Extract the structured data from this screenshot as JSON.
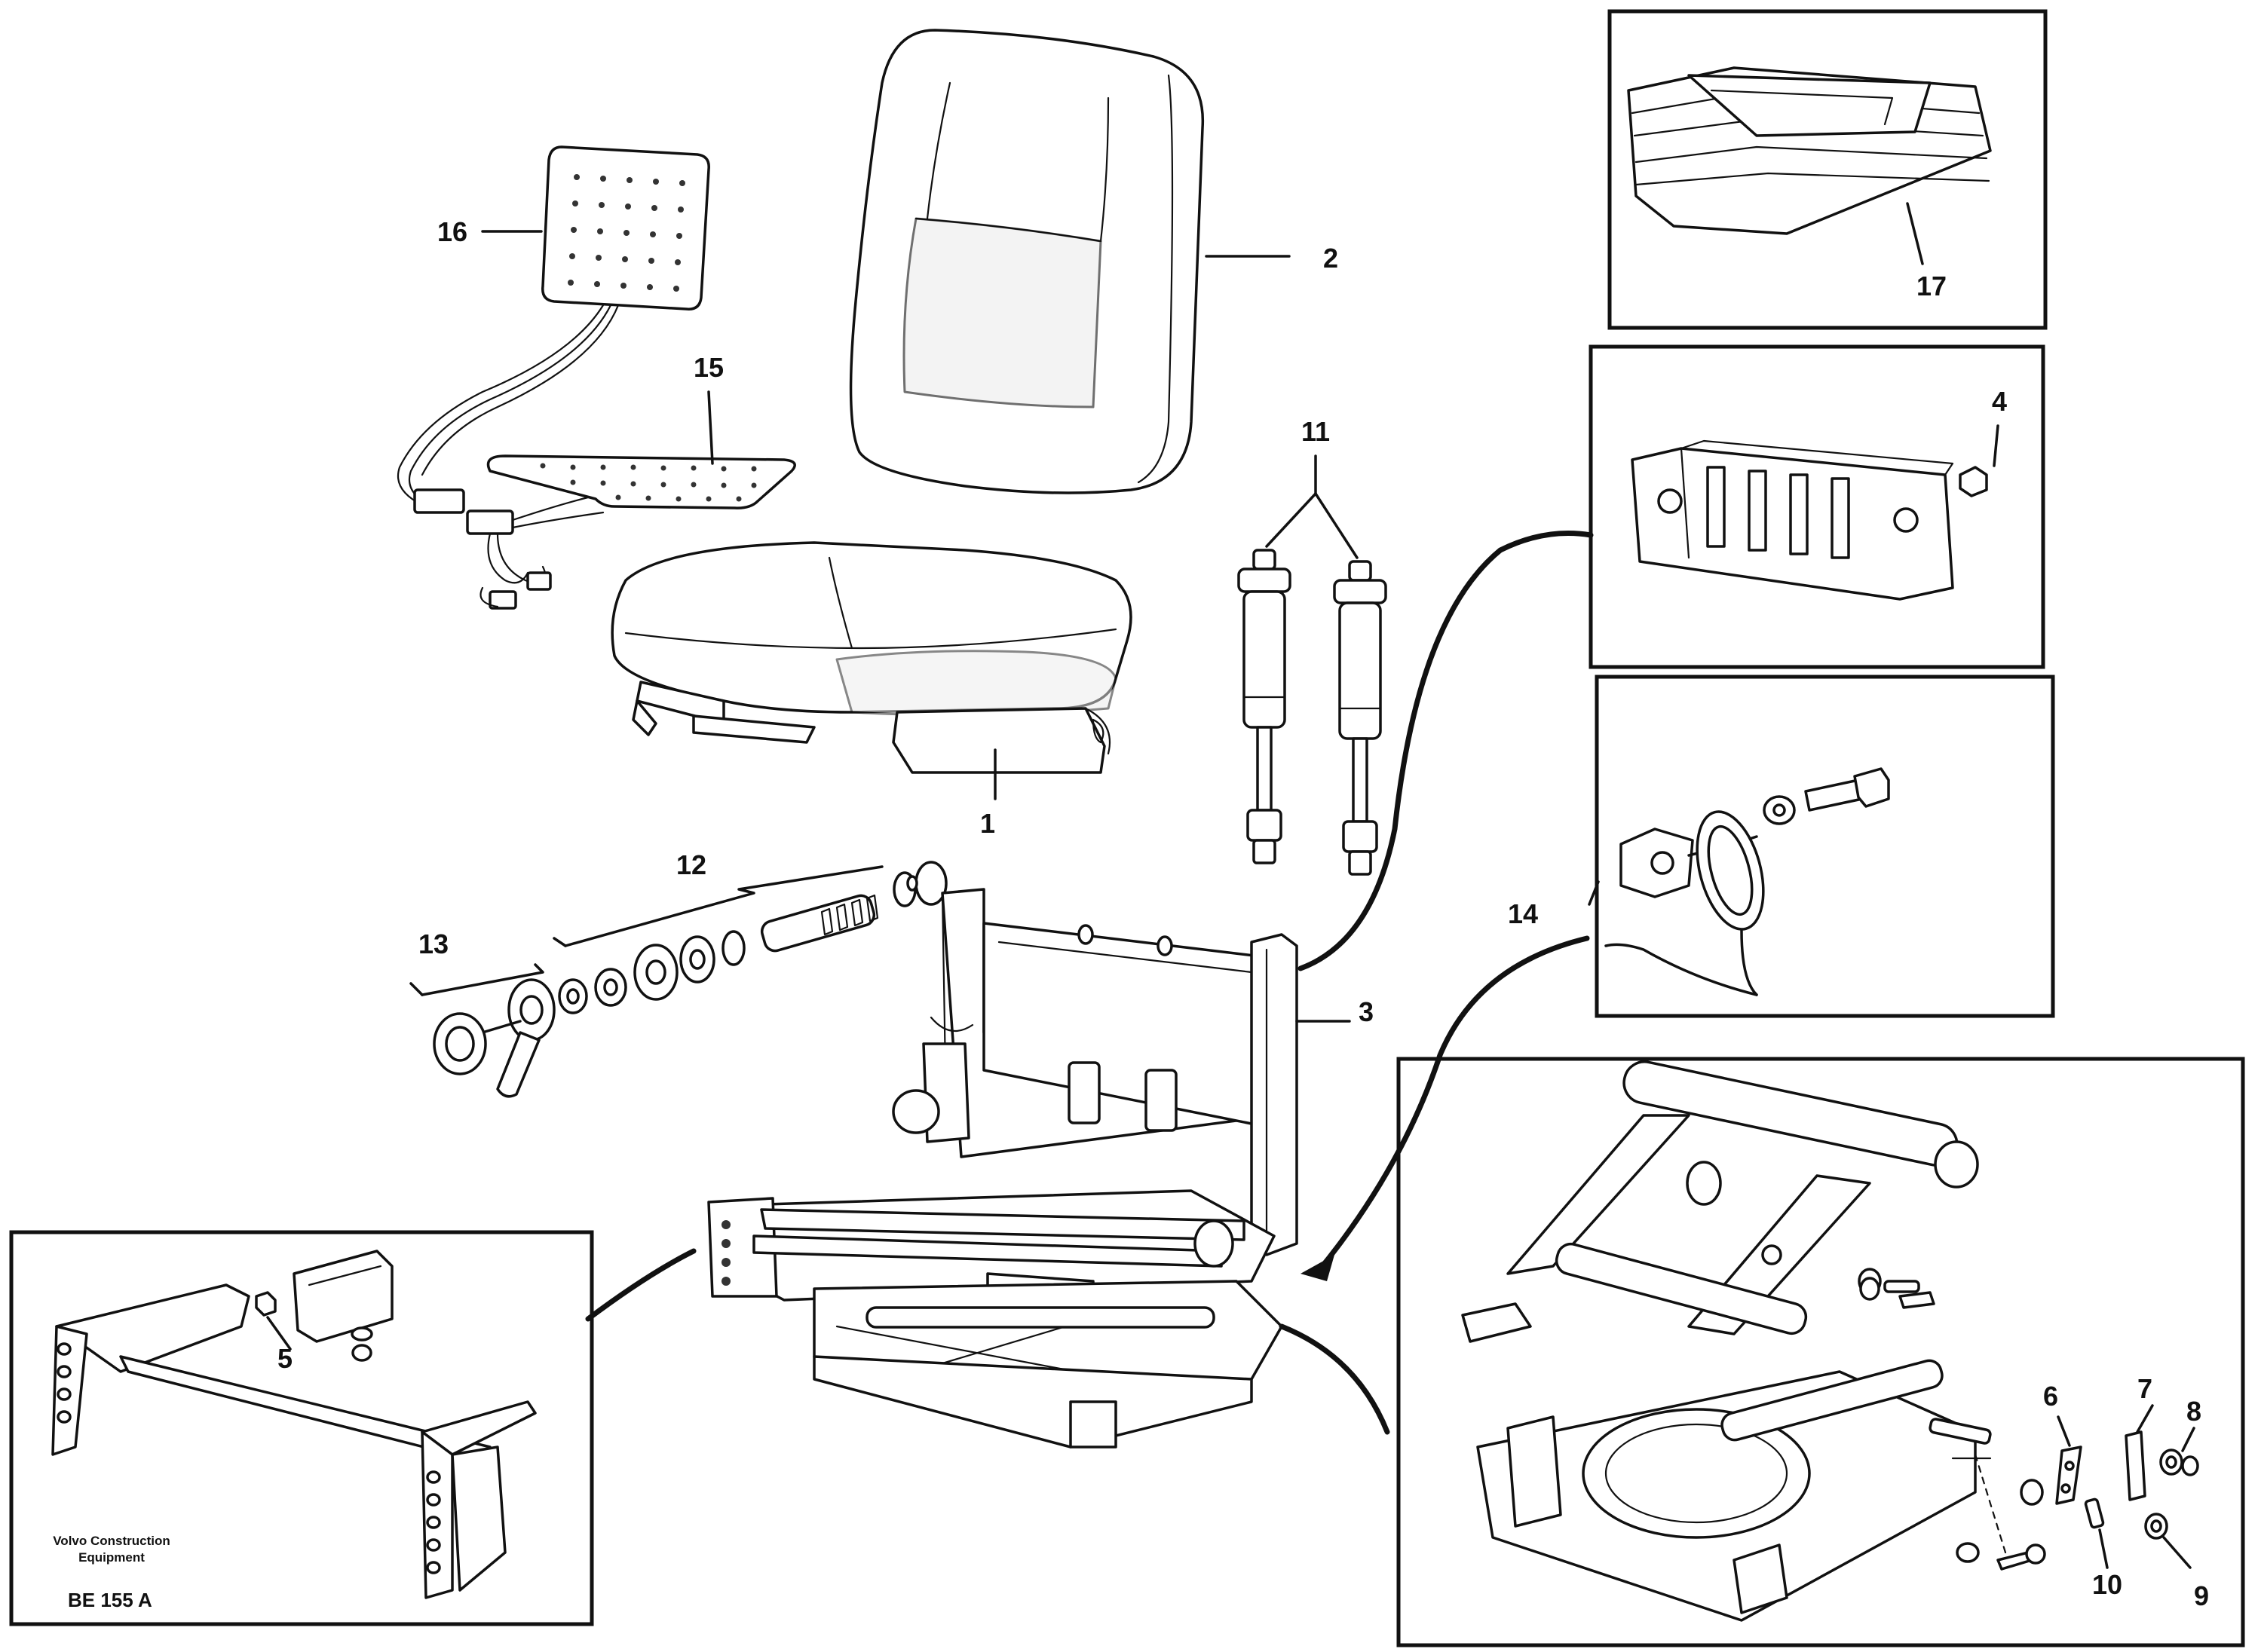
{
  "labels": {
    "p1": "1",
    "p2": "2",
    "p3": "3",
    "p4": "4",
    "p5": "5",
    "p6": "6",
    "p7": "7",
    "p8": "8",
    "p9": "9",
    "p10": "10",
    "p11": "11",
    "p12": "12",
    "p13": "13",
    "p14": "14",
    "p15": "15",
    "p16": "16",
    "p17": "17"
  },
  "footer": {
    "maker_line1": "Volvo Construction",
    "maker_line2": "Equipment",
    "code": "BE 155 A"
  }
}
